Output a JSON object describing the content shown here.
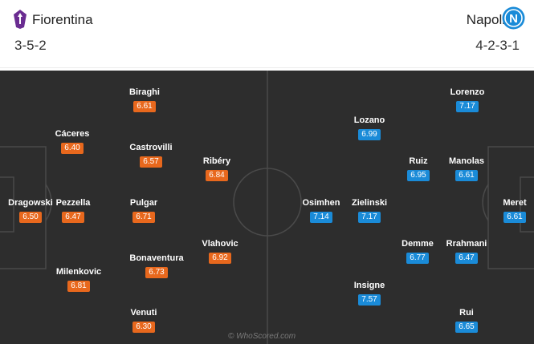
{
  "home": {
    "name": "Fiorentina",
    "formation": "3-5-2",
    "logo_icon": "fiorentina-crest-icon",
    "rating_color": "#e8681d",
    "players": [
      {
        "name": "Dragowski",
        "rating": "6.50"
      },
      {
        "name": "Cáceres",
        "rating": "6.40"
      },
      {
        "name": "Pezzella",
        "rating": "6.47"
      },
      {
        "name": "Milenkovic",
        "rating": "6.81"
      },
      {
        "name": "Biraghi",
        "rating": "6.61"
      },
      {
        "name": "Castrovilli",
        "rating": "6.57"
      },
      {
        "name": "Pulgar",
        "rating": "6.71"
      },
      {
        "name": "Bonaventura",
        "rating": "6.73"
      },
      {
        "name": "Venuti",
        "rating": "6.30"
      },
      {
        "name": "Ribéry",
        "rating": "6.84"
      },
      {
        "name": "Vlahovic",
        "rating": "6.92"
      }
    ]
  },
  "away": {
    "name": "Napoli",
    "formation": "4-2-3-1",
    "logo_icon": "napoli-crest-icon",
    "rating_color": "#1a8bd8",
    "players": [
      {
        "name": "Meret",
        "rating": "6.61"
      },
      {
        "name": "Lorenzo",
        "rating": "7.17"
      },
      {
        "name": "Manolas",
        "rating": "6.61"
      },
      {
        "name": "Rrahmani",
        "rating": "6.47"
      },
      {
        "name": "Rui",
        "rating": "6.65"
      },
      {
        "name": "Ruiz",
        "rating": "6.95"
      },
      {
        "name": "Demme",
        "rating": "6.77"
      },
      {
        "name": "Lozano",
        "rating": "6.99"
      },
      {
        "name": "Zielinski",
        "rating": "7.17"
      },
      {
        "name": "Insigne",
        "rating": "7.57"
      },
      {
        "name": "Osimhen",
        "rating": "7.14"
      }
    ]
  },
  "watermark": "© WhoScored.com"
}
